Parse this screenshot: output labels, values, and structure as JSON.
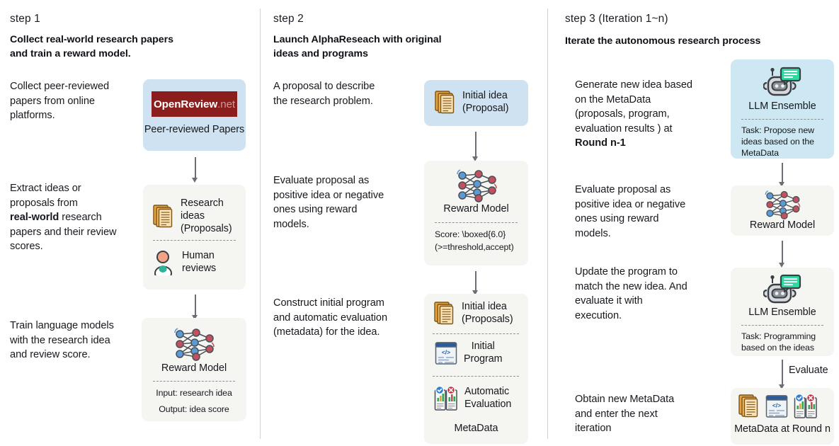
{
  "diagram": {
    "title": "AlphaReseach autonomous research pipeline",
    "colors": {
      "card_bg": "#f5f5f2",
      "card_blue": "#cfe2f1",
      "card_blue_alt": "#cde8f3",
      "divider": "#cfd2d6",
      "arrow": "#6b6f75",
      "text": "#15181c",
      "openreview_red": "#8c1d1d",
      "doc_orange": "#e8a33d",
      "nn_blue": "#5b9bd5",
      "nn_red": "#c2515f",
      "robot_dark": "#3a3f45",
      "robot_green": "#2fd9a0",
      "avatar_skin": "#f2a385",
      "avatar_teal": "#2fb39a"
    }
  },
  "columns": [
    {
      "step_label": "step 1",
      "step_title": "Collect real-world research papers\nand train a reward model.",
      "descriptions": [
        {
          "text": "Collect peer-reviewed\npapers from online\nplatforms."
        },
        {
          "text_parts": [
            "Extract ideas or\nproposals from\n",
            "real-world",
            " research\npapers and their review\nscores."
          ]
        },
        {
          "text": "Train language models\nwith the research idea\nand review score."
        }
      ],
      "nodes": [
        {
          "name": "peer-reviewed-papers",
          "logo_main": "OpenReview",
          "logo_suffix": ".net",
          "label": "Peer-reviewed Papers"
        },
        {
          "name": "research-ideas",
          "rows": [
            {
              "icon": "documents-icon",
              "text": "Research ideas\n(Proposals)"
            },
            {
              "icon": "person-icon",
              "text": "Human reviews"
            }
          ]
        },
        {
          "name": "reward-model",
          "icon": "neural-network-icon",
          "label": "Reward Model",
          "sub": [
            "Input: research idea",
            "Output: idea score"
          ]
        }
      ]
    },
    {
      "step_label": "step 2",
      "step_title": "Launch AlphaReseach with original\nideas and programs",
      "descriptions": [
        {
          "text": "A proposal to describe\nthe research problem."
        },
        {
          "text": "Evaluate proposal as\npositive idea or negative\nones using reward\nmodels."
        },
        {
          "text": "Construct initial program\nand automatic evaluation\n(metadata) for the idea."
        }
      ],
      "nodes": [
        {
          "name": "initial-idea",
          "icon": "documents-icon",
          "text": "Initial idea\n(Proposal)"
        },
        {
          "name": "reward-model",
          "icon": "neural-network-icon",
          "label": "Reward Model",
          "sub": [
            "Score: \\boxed{6.0}",
            "(>=threshold,accept)"
          ]
        },
        {
          "name": "metadata",
          "rows": [
            {
              "icon": "documents-icon",
              "text": "Initial idea\n(Proposals)"
            },
            {
              "icon": "code-window-icon",
              "text": "Initial\nProgram"
            },
            {
              "icon": "evaluation-icon",
              "text": "Automatic\nEvaluation"
            }
          ],
          "label": "MetaData"
        }
      ]
    },
    {
      "step_label": "step 3 (Iteration 1~n)",
      "step_title": "Iterate the autonomous research process",
      "descriptions": [
        {
          "text_parts": [
            "Generate new idea based\non the MetaData\n(proposals, program,\nevaluation results ) at\n",
            "Round n-1",
            ""
          ]
        },
        {
          "text": "Evaluate proposal as\npositive idea or negative\nones using reward\nmodels."
        },
        {
          "text": "Update the program to\nmatch the new idea. And\nevaluate it with\nexecution."
        },
        {
          "text": "Obtain new MetaData\nand enter the next\niteration"
        }
      ],
      "nodes": [
        {
          "name": "llm-ensemble-propose",
          "icon": "robot-icon",
          "label": "LLM Ensemble",
          "sub": [
            "Task: Propose new",
            "ideas based on the",
            "MetaData"
          ]
        },
        {
          "name": "reward-model",
          "icon": "neural-network-icon",
          "label": "Reward Model"
        },
        {
          "name": "llm-ensemble-program",
          "icon": "robot-icon",
          "label": "LLM Ensemble",
          "sub": [
            "Task: Programming",
            "based on the ideas"
          ]
        },
        {
          "name": "metadata-round-n",
          "icons": [
            "documents-icon",
            "code-window-icon",
            "evaluation-icon"
          ],
          "label": "MetaData at Round n"
        }
      ],
      "arrow_captions": [
        "Evaluate"
      ]
    }
  ]
}
